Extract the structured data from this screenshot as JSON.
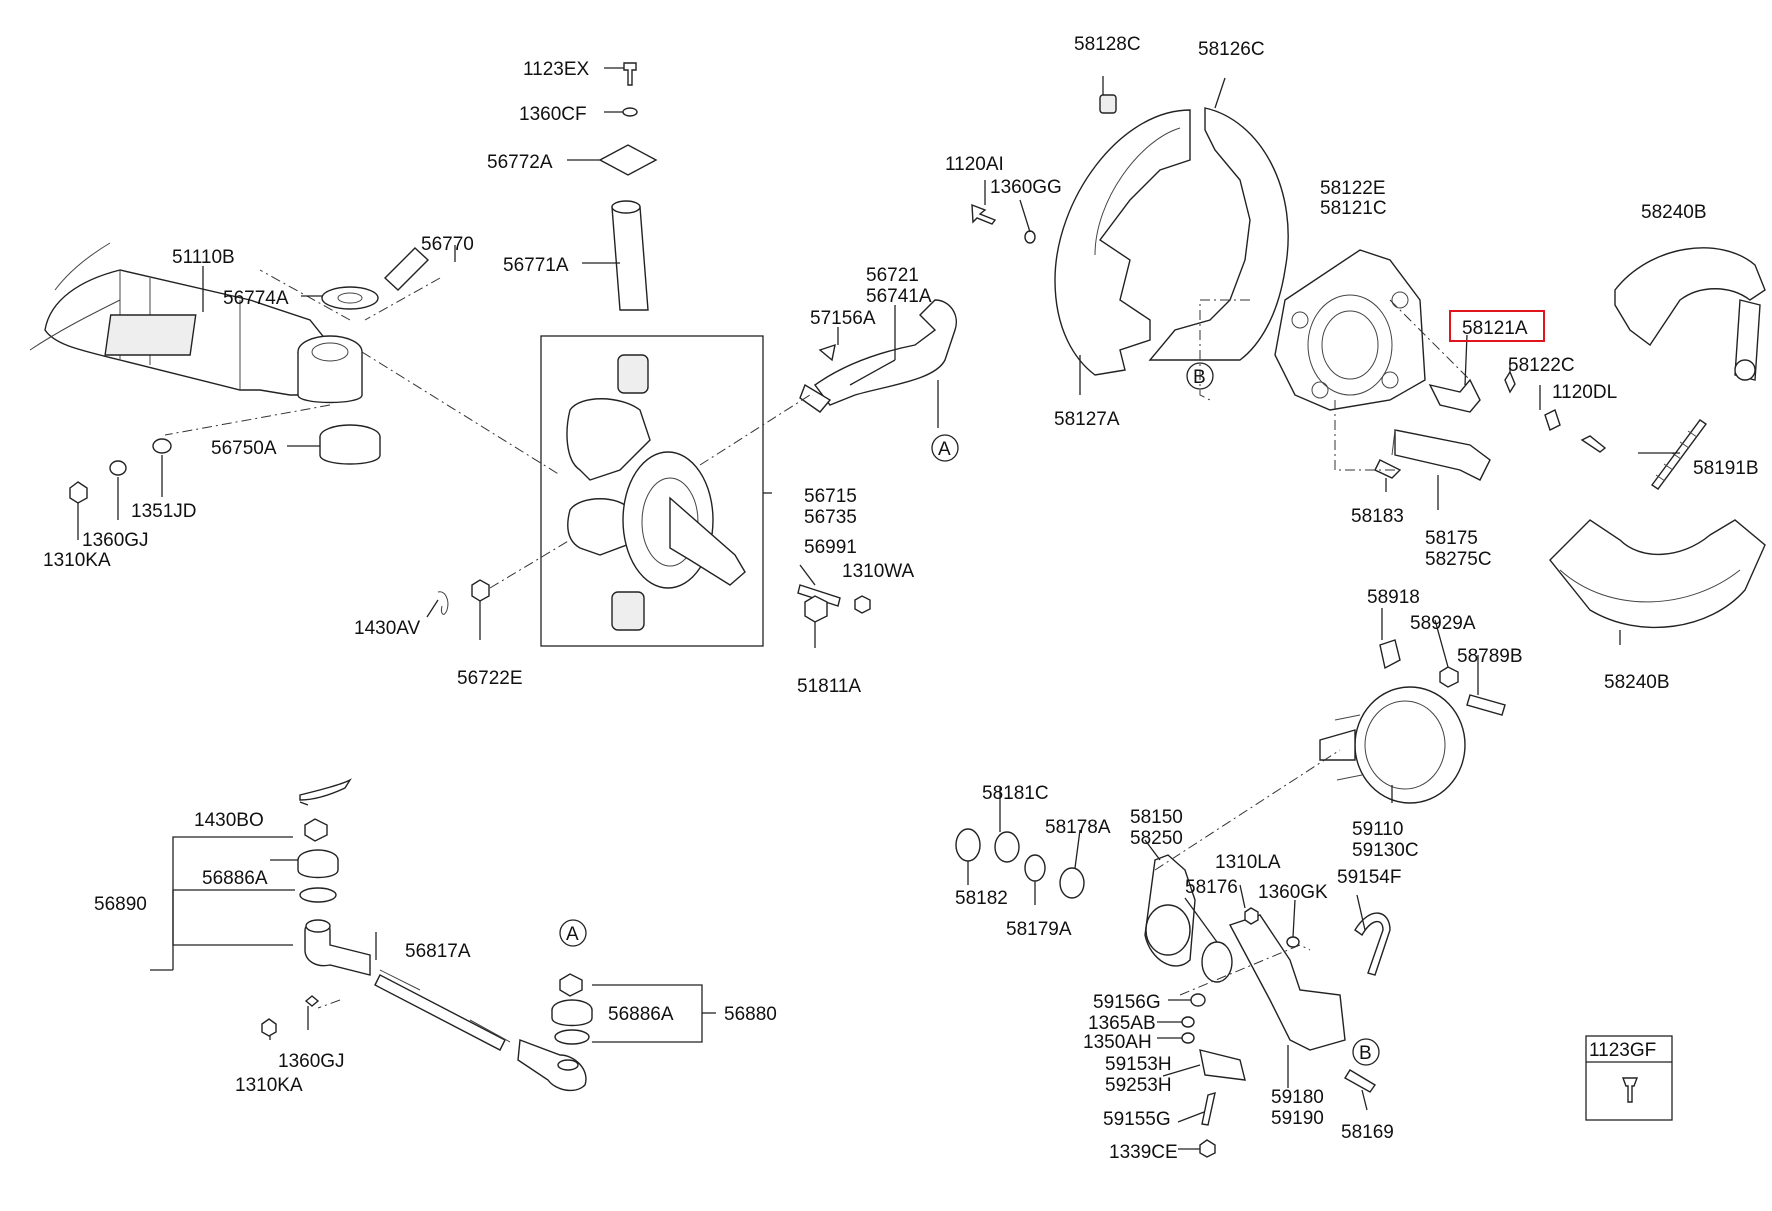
{
  "parts": {
    "p1123EX": "1123EX",
    "p1360CF": "1360CF",
    "p56772A": "56772A",
    "p56771A": "56771A",
    "p51110B": "51110B",
    "p56770": "56770",
    "p56774A": "56774A",
    "p56750A": "56750A",
    "p1351JD": "1351JD",
    "p1360GJ_a": "1360GJ",
    "p1310KA_a": "1310KA",
    "p56721": "56721",
    "p56741A": "56741A",
    "p57156A": "57156A",
    "p56715": "56715",
    "p56735": "56735",
    "p56991": "56991",
    "p1310WA": "1310WA",
    "p1430AV": "1430AV",
    "p56722E": "56722E",
    "p51811A": "51811A",
    "p1430BO": "1430BO",
    "p56886A_a": "56886A",
    "p56890": "56890",
    "p56817A": "56817A",
    "p1360GJ_b": "1360GJ",
    "p1310KA_b": "1310KA",
    "p56886A_b": "56886A",
    "p56880": "56880",
    "p58128C": "58128C",
    "p58126C": "58126C",
    "p1120AI": "1120AI",
    "p1360GG": "1360GG",
    "p58127A": "58127A",
    "p58122E": "58122E",
    "p58121C": "58121C",
    "p58121A": "58121A",
    "p58122C": "58122C",
    "p1120DL": "1120DL",
    "p58240B_a": "58240B",
    "p58191B": "58191B",
    "p58183": "58183",
    "p58175": "58175",
    "p58275C": "58275C",
    "p58240B_b": "58240B",
    "p58918": "58918",
    "p58929A": "58929A",
    "p58789B": "58789B",
    "p59110": "59110",
    "p59130C": "59130C",
    "p58181C": "58181C",
    "p58178A": "58178A",
    "p58150": "58150",
    "p58250": "58250",
    "p1310LA": "1310LA",
    "p58176": "58176",
    "p1360GK": "1360GK",
    "p59154F": "59154F",
    "p58182": "58182",
    "p58179A": "58179A",
    "p59156G": "59156G",
    "p1365AB": "1365AB",
    "p1350AH": "1350AH",
    "p59153H": "59153H",
    "p59253H": "59253H",
    "p59155G": "59155G",
    "p1339CE": "1339CE",
    "p59180": "59180",
    "p59190": "59190",
    "p58169": "58169",
    "p1123GF": "1123GF"
  },
  "refs": {
    "A": "A",
    "B": "B"
  },
  "highlight": {
    "part": "58121A",
    "color": "#e0151b"
  }
}
